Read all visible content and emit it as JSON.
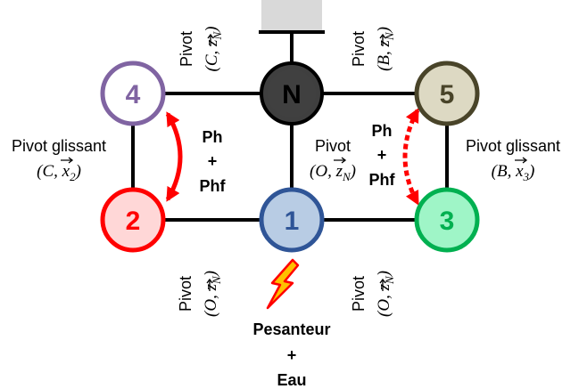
{
  "nodes": {
    "n": {
      "label": "N",
      "fill": "#3f3f3f",
      "stroke": "#000000",
      "text_color": "#000000"
    },
    "one": {
      "label": "1",
      "fill": "#b8cce4",
      "stroke": "#2f5597",
      "text_color": "#2f5597"
    },
    "two": {
      "label": "2",
      "fill": "#ffd7d7",
      "stroke": "#ff0000",
      "text_color": "#ff0000"
    },
    "three": {
      "label": "3",
      "fill": "#9ff5c7",
      "stroke": "#00b050",
      "text_color": "#00b050"
    },
    "four": {
      "label": "4",
      "fill": "#ffffff",
      "stroke": "#8064a2",
      "text_color": "#8064a2"
    },
    "five": {
      "label": "5",
      "fill": "#ddd9c3",
      "stroke": "#494429",
      "text_color": "#494429"
    }
  },
  "joints": {
    "pivot_c_zn": {
      "type": "Pivot",
      "point": "C",
      "vector": "z",
      "subscript": "N"
    },
    "pivot_b_zn": {
      "type": "Pivot",
      "point": "B",
      "vector": "z",
      "subscript": "N"
    },
    "pivot_glissant_c_x2": {
      "type": "Pivot glissant",
      "point": "C",
      "vector": "x",
      "subscript": "2"
    },
    "pivot_o_zn_center": {
      "type": "Pivot",
      "point": "O",
      "vector": "z",
      "subscript": "N"
    },
    "pivot_glissant_b_x3": {
      "type": "Pivot glissant",
      "point": "B",
      "vector": "x",
      "subscript": "3"
    },
    "pivot_o_zn_left": {
      "type": "Pivot",
      "point": "O",
      "vector": "z",
      "subscript": "N"
    },
    "pivot_o_zn_right": {
      "type": "Pivot",
      "point": "O",
      "vector": "z",
      "subscript": "N"
    }
  },
  "actions": {
    "left_line1": "Ph",
    "left_line2": "+",
    "left_line3": "Phf",
    "right_line1": "Ph",
    "right_line2": "+",
    "right_line3": "Phf"
  },
  "external": {
    "line1": "Pesanteur",
    "line2": "+",
    "line3": "Eau"
  },
  "colors": {
    "arrow_red": "#ff0000",
    "bolt_fill": "#ffc000",
    "bolt_stroke": "#ff0000",
    "ground": "#d9d9d9"
  }
}
